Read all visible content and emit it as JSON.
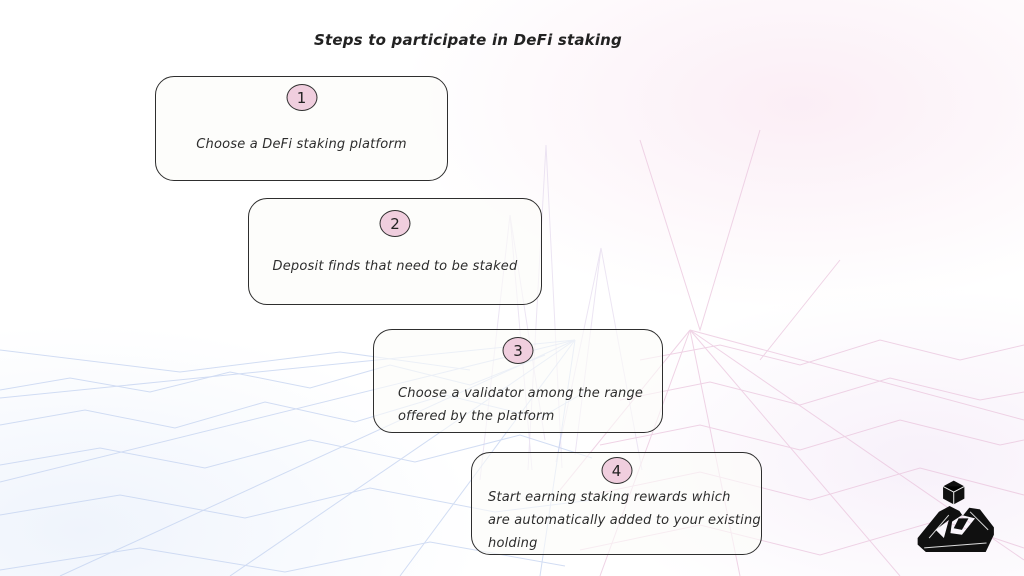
{
  "title": "Steps to participate in DeFi staking",
  "steps": [
    {
      "number": "1",
      "lines": [
        "Choose a DeFi staking platform"
      ]
    },
    {
      "number": "2",
      "lines": [
        "Deposit finds that need to be staked"
      ]
    },
    {
      "number": "3",
      "lines": [
        "Choose a validator among the range",
        "offered by the platform"
      ]
    },
    {
      "number": "4",
      "lines": [
        "Start earning staking rewards which",
        "are automatically added to your existing",
        "holding"
      ]
    }
  ],
  "colors": {
    "badge_fill": "#f0cede",
    "card_border": "#2e2e2e",
    "text": "#2d2d2d",
    "mesh_blue": "#c3d2f0",
    "mesh_pink": "#eac5dd",
    "mesh_lavender": "#ddd0ea",
    "logo": "#101010"
  },
  "icons": {
    "logo": "isometric-cube-logo"
  }
}
